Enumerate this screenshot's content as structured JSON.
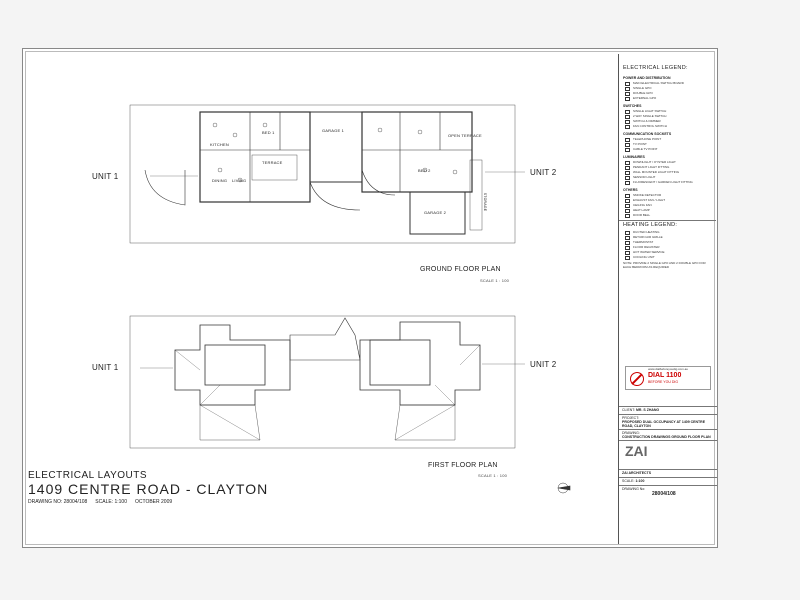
{
  "units": {
    "ground_left": "UNIT 1",
    "ground_right": "UNIT 2",
    "first_left": "UNIT 1",
    "first_right": "UNIT 2"
  },
  "plans": {
    "ground": {
      "title": "GROUND FLOOR PLAN",
      "scale": "SCALE 1 : 100"
    },
    "first": {
      "title": "FIRST FLOOR PLAN",
      "scale": "SCALE 1 : 100"
    }
  },
  "rooms": {
    "garage1": "GARAGE 1",
    "garage2": "GARAGE 2",
    "terrace": "TERRACE",
    "open_terrace": "OPEN TERRACE",
    "kitchen": "KITCHEN",
    "dining": "DINING",
    "living": "LIVING",
    "bed1": "BED 1",
    "bed2": "BED 2",
    "storage": "STORAGE"
  },
  "title_block": {
    "line1": "ELECTRICAL LAYOUTS",
    "line2": "1409  CENTRE ROAD  - CLAYTON",
    "drawing_no": "DRAWING NO: 28004/108",
    "scale": "SCALE: 1:100",
    "date": "OCTOBER 2009"
  },
  "legend": {
    "electrical_title": "ELECTRICAL LEGEND:",
    "power_title": "POWER AND DISTRIBUTION",
    "power_items": [
      "MAIN ELECTRICAL SWITCH BOARD",
      "SINGLE GPO",
      "DOUBLE GPO",
      "EXTERNAL GPO"
    ],
    "switches_title": "SWITCHES",
    "switch_items": [
      "SINGLE LIGHT SWITCH",
      "2 WAY SINGLE SWITCH",
      "SWITCH & DIMMER",
      "FAN CONTROL SWITCH"
    ],
    "comm_title": "COMMUNICATION SOCKETS",
    "comm_items": [
      "TELEPHONE POINT",
      "TV POINT",
      "CABLE TV POINT"
    ],
    "lum_title": "LUMINAIRES",
    "lum_items": [
      "DOWNLIGHT / OYSTER LIGHT",
      "PENDANT LIGHT FITTING",
      "WALL MOUNTED LIGHT FITTING",
      "SENSOR LIGHT",
      "FLUORESCENT / GARDEN LIGHT FITTING"
    ],
    "others_title": "OTHERS",
    "other_items": [
      "SMOKE DETECTOR",
      "EXHAUST FAN / LIGHT",
      "CEILING FAN",
      "HEAT LAMP",
      "DOOR BELL"
    ],
    "heating_title": "HEATING LEGEND:",
    "heating_items": [
      "DUCTED HEATING",
      "RETURN AIR GRILLE",
      "THERMOSTAT",
      "FLOOR REGISTER",
      "HOT WATER SERVICE",
      "COOLING UNIT"
    ],
    "note": "NOTE: PROVIDE 2 SINGLE GPO AND 2 DOUBLE GPO FOR EACH BEDROOM AS REQUIRED"
  },
  "dial": {
    "url": "www.dialbeforeyoudig.com.au",
    "line1": "DIAL 1100",
    "line2": "BEFORE YOU DIG"
  },
  "title_panel": {
    "client_label": "CLIENT:",
    "client": "MR. S ZHANG",
    "project_label": "PROJECT:",
    "project": "PROPOSED DUAL OCCUPANCY AT 1409 CENTRE ROAD, CLAYTON",
    "drawing_label": "DRAWING:",
    "drawing": "CONSTRUCTION DRAWINGS GROUND FLOOR PLAN",
    "firm_logo": "ZAI",
    "firm": "ZAI ARCHITECTS",
    "scale_label": "SCALE:",
    "scale": "1:100",
    "drawing_no_label": "DRAWING No:",
    "drawing_no": "28004/108"
  },
  "colors": {
    "line": "#333333",
    "accent_red": "#cc0000",
    "paper": "#ffffff"
  }
}
